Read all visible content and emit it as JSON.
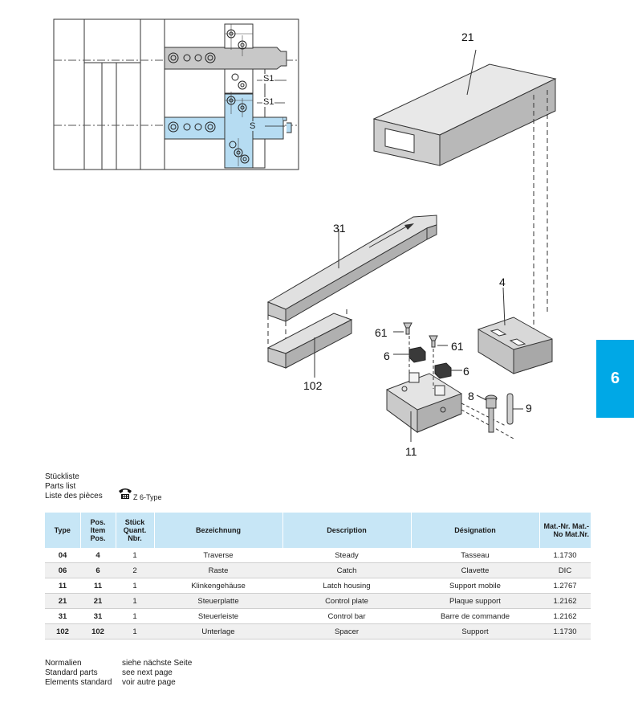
{
  "tab": {
    "label": "6"
  },
  "part_labels": {
    "p21": "21",
    "p31": "31",
    "p4": "4",
    "p61a": "61",
    "p61b": "61",
    "p6a": "6",
    "p6b": "6",
    "p8": "8",
    "p9": "9",
    "p11": "11",
    "p102": "102"
  },
  "diagram_labels": {
    "s1_upper": "S1",
    "s1_lower": "S1",
    "s": "S"
  },
  "caption": {
    "de": "Stückliste",
    "en": "Parts list",
    "fr": "Liste des pièces",
    "type_note": "Z 6-Type"
  },
  "table": {
    "headers": {
      "type": "Type",
      "pos": "Pos. Item Pos.",
      "qty": "Stück Quant. Nbr.",
      "bez": "Bezeichnung",
      "desc": "Description",
      "desig": "Désignation",
      "mat": "Mat.-Nr. Mat.-No Mat.Nr."
    },
    "rows": [
      {
        "type": "04",
        "pos": "4",
        "qty": "1",
        "bez": "Traverse",
        "desc": "Steady",
        "desig": "Tasseau",
        "mat": "1.1730"
      },
      {
        "type": "06",
        "pos": "6",
        "qty": "2",
        "bez": "Raste",
        "desc": "Catch",
        "desig": "Clavette",
        "mat": "DIC"
      },
      {
        "type": "11",
        "pos": "11",
        "qty": "1",
        "bez": "Klinkengehäuse",
        "desc": "Latch housing",
        "desig": "Support mobile",
        "mat": "1.2767"
      },
      {
        "type": "21",
        "pos": "21",
        "qty": "1",
        "bez": "Steuerplatte",
        "desc": "Control plate",
        "desig": "Plaque support",
        "mat": "1.2162"
      },
      {
        "type": "31",
        "pos": "31",
        "qty": "1",
        "bez": "Steuerleiste",
        "desc": "Control bar",
        "desig": "Barre de commande",
        "mat": "1.2162"
      },
      {
        "type": "102",
        "pos": "102",
        "qty": "1",
        "bez": "Unterlage",
        "desc": "Spacer",
        "desig": "Support",
        "mat": "1.1730"
      }
    ]
  },
  "standard": {
    "labels": [
      "Normalien",
      "Standard parts",
      "Elements standard"
    ],
    "values": [
      "siehe nächste Seite",
      "see next page",
      "voir autre page"
    ]
  },
  "colors": {
    "accent_blue": "#00a8e6",
    "header_blue": "#c7e6f6",
    "part_gray": "#bdbdbd",
    "highlight_blue": "#b6dcf2"
  }
}
